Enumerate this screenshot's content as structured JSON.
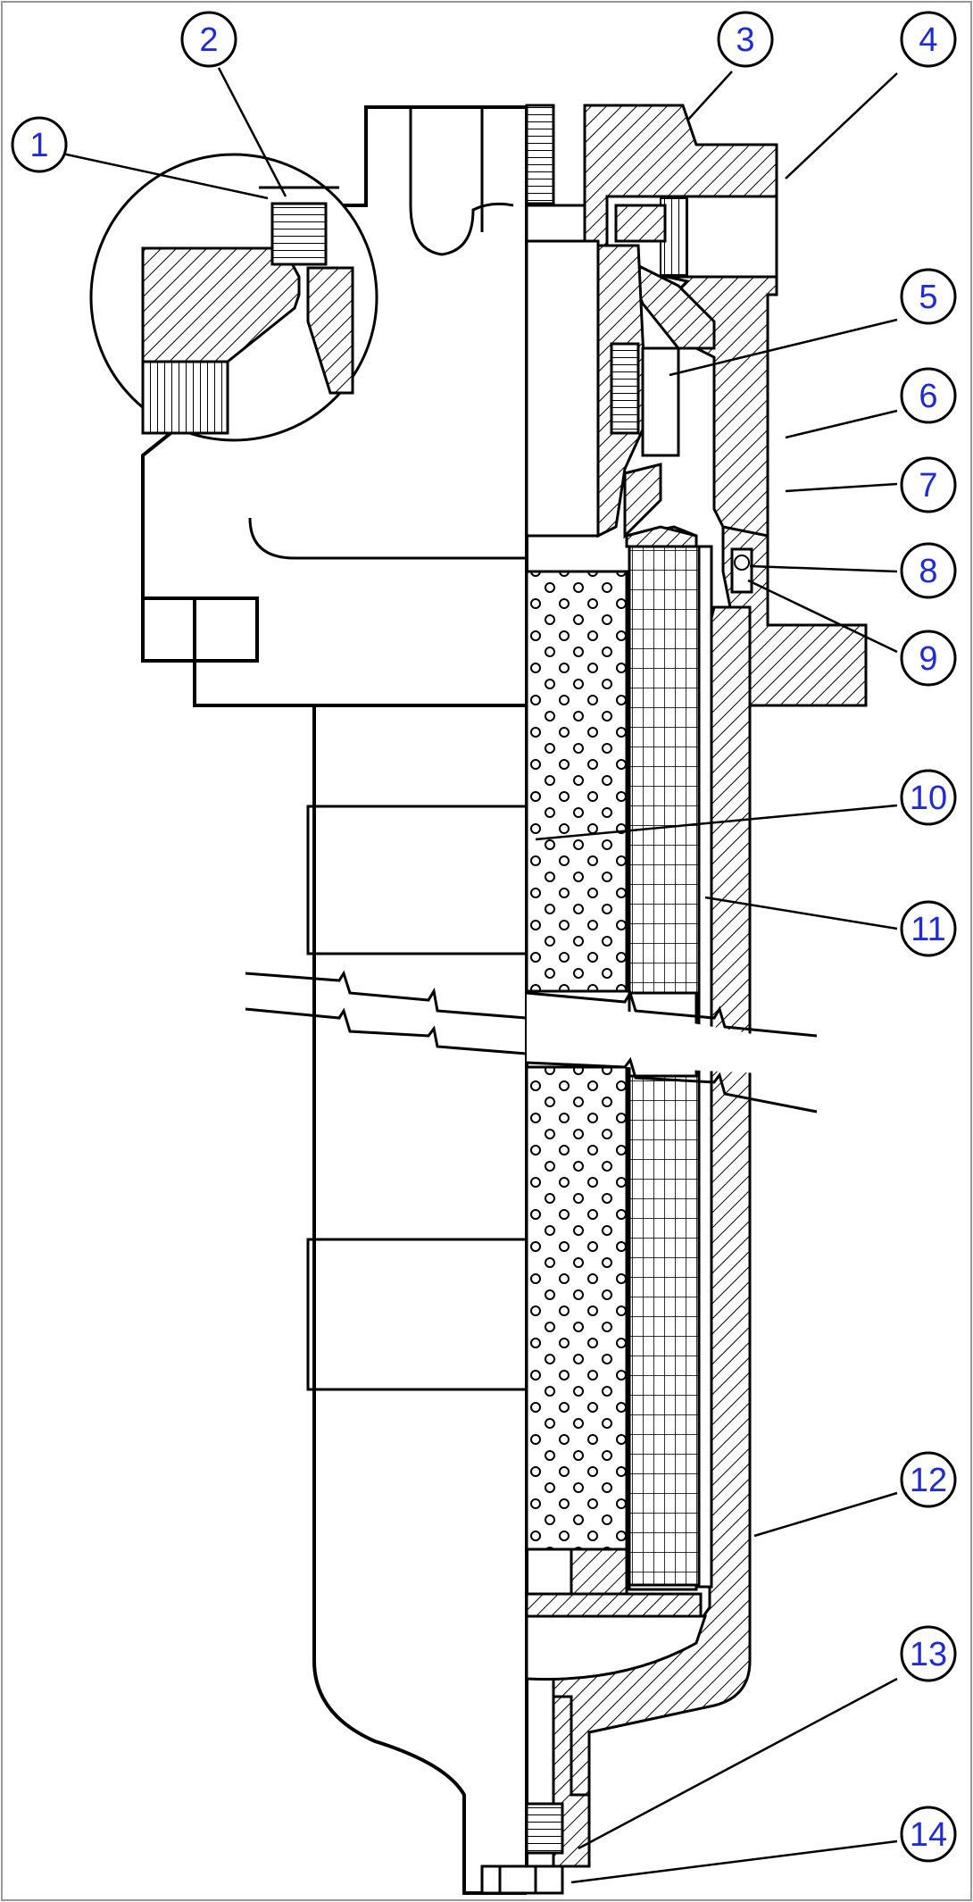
{
  "diagram": {
    "callouts": [
      {
        "id": 1,
        "label": "1"
      },
      {
        "id": 2,
        "label": "2"
      },
      {
        "id": 3,
        "label": "3"
      },
      {
        "id": 4,
        "label": "4"
      },
      {
        "id": 5,
        "label": "5"
      },
      {
        "id": 6,
        "label": "6"
      },
      {
        "id": 7,
        "label": "7"
      },
      {
        "id": 8,
        "label": "8"
      },
      {
        "id": 9,
        "label": "9"
      },
      {
        "id": 10,
        "label": "10"
      },
      {
        "id": 11,
        "label": "11"
      },
      {
        "id": 12,
        "label": "12"
      },
      {
        "id": 13,
        "label": "13"
      },
      {
        "id": 14,
        "label": "14"
      }
    ],
    "colors": {
      "callout_text": "#1f2bd6",
      "line": "#000000",
      "background": "#ffffff"
    }
  }
}
